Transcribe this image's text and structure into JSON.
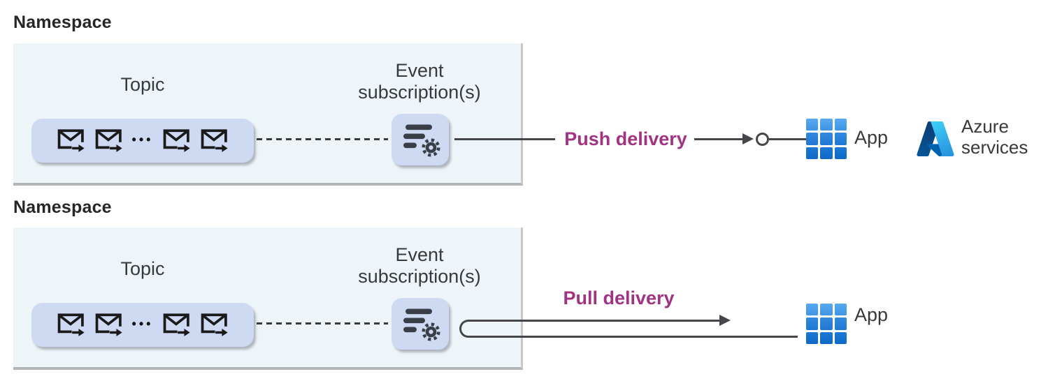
{
  "colors": {
    "accent_delivery": "#A13383",
    "namespace_box_bg": "#EDF5F9",
    "tile_bg": "#CDDAF2",
    "connector": "#46464A",
    "label_text": "#37393D",
    "title_text": "#262626",
    "app_tile_blue_top": "#58A9F1",
    "app_tile_blue_bottom": "#0E6AC6"
  },
  "push_section": {
    "namespace_title": "Namespace",
    "topic_label": "Topic",
    "subscription_label": "Event subscription(s)",
    "delivery_label": "Push delivery",
    "app_label": "App",
    "azure_services_label": "Azure services"
  },
  "pull_section": {
    "namespace_title": "Namespace",
    "topic_label": "Topic",
    "subscription_label": "Event subscription(s)",
    "delivery_label": "Pull delivery",
    "app_label": "App"
  },
  "icons": {
    "event-envelope-icon": "outlined envelope with right arrow",
    "ellipsis-icon": "•••",
    "event-subscription-icon": "filter lines with gear",
    "app-grid-icon": "3x3 blue tile grid",
    "azure-logo-icon": "Azure A mark",
    "endpoint-circle-icon": "open circle connector"
  }
}
